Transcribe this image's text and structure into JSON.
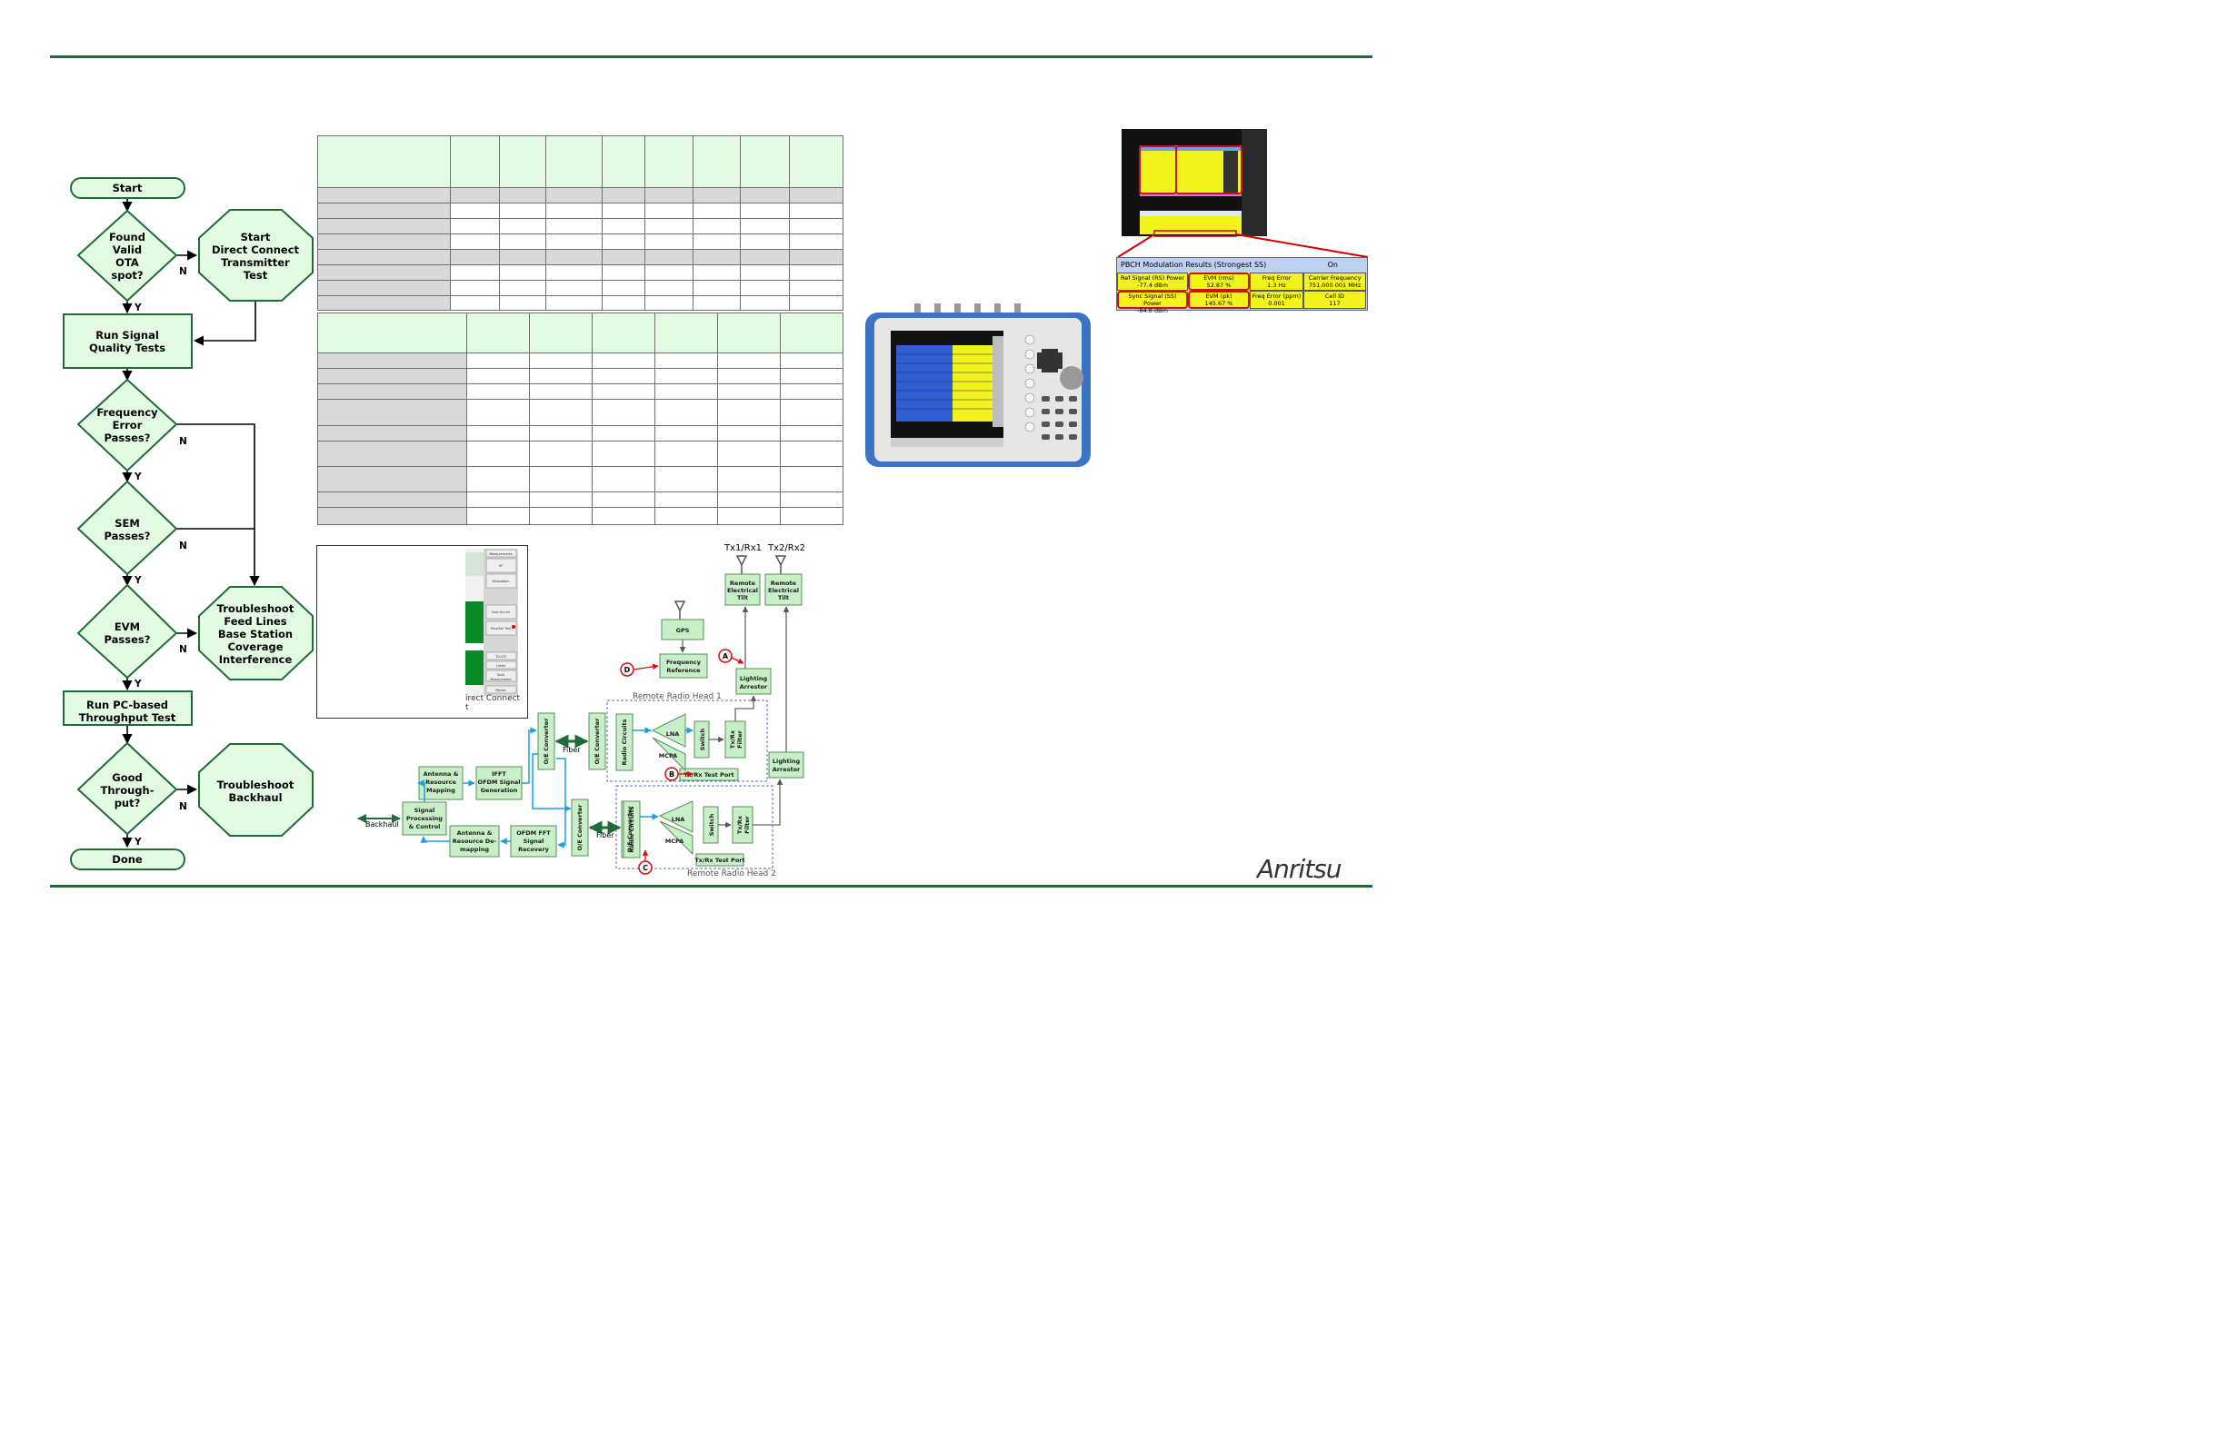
{
  "flowchart": {
    "start": "Start",
    "q_ota": [
      "Found",
      "Valid",
      "OTA",
      "spot?"
    ],
    "direct_connect": [
      "Start",
      "Direct Connect",
      "Transmitter",
      "Test"
    ],
    "run_signal": [
      "Run Signal",
      "Quality Tests"
    ],
    "q_freq": [
      "Frequency",
      "Error",
      "Passes?"
    ],
    "q_sem": [
      "SEM",
      "Passes?"
    ],
    "q_evm": [
      "EVM",
      "Passes?"
    ],
    "troubleshoot_rf": [
      "Troubleshoot",
      "Feed Lines",
      "Base Station",
      "Coverage",
      "Interference"
    ],
    "run_pc": [
      "Run PC-based",
      "Throughput Test"
    ],
    "q_through": [
      "Good",
      "Through-",
      "put?"
    ],
    "troubleshoot_bh": [
      "Troubleshoot",
      "Backhaul"
    ],
    "done": "Done",
    "yes": "Y",
    "no": "N"
  },
  "inset": {
    "caption": "irect Connect",
    "caption2": "t",
    "softkeys": [
      "Measurements",
      "RF",
      "Modulation",
      "Over the Air",
      "Pass/Fail Test",
      "TD-LTE",
      "Limits",
      "Save",
      "Measurement",
      "Marker"
    ]
  },
  "pbch": {
    "title": "PBCH Modulation Results (Strongest SS)",
    "status": "On",
    "row1": [
      {
        "label": "Ref Signal (RS) Power",
        "value": "-77.4  dBm"
      },
      {
        "label": "EVM (rms)",
        "value": "52.87 %"
      },
      {
        "label": "Freq Error",
        "value": "1.3 Hz"
      },
      {
        "label": "Carrier Frequency",
        "value": "751.000 001 MHz"
      }
    ],
    "row2": [
      {
        "label": "Sync Signal (SS) Power",
        "value": "-84.8  dBm"
      },
      {
        "label": "EVM (pk)",
        "value": "145.67 %"
      },
      {
        "label": "Freq Error (ppm)",
        "value": "0.001"
      },
      {
        "label": "Cell ID",
        "value": "117"
      }
    ]
  },
  "block_diagram": {
    "antennas": [
      "Tx1/Rx1",
      "Tx2/Rx2"
    ],
    "ret": [
      "Remote",
      "Electrical",
      "Tilt"
    ],
    "gps": "GPS",
    "freq_ref": [
      "Frequency",
      "Reference"
    ],
    "arrestor": [
      "Lighting",
      "Arrestor"
    ],
    "rrh1": "Remote Radio Head 1",
    "rrh2": "Remote Radio Head 2",
    "oe": "O/E Converter",
    "fiber": "Fiber",
    "radio": "Radio Circuits",
    "lna": "LNA",
    "mcpa": "MCPA",
    "switch": "Switch",
    "filter": [
      "Tx/Rx",
      "Filter"
    ],
    "test_port": "Tx/Rx Test Port",
    "antenna_map": [
      "Antenna &",
      "Resource",
      "Mapping"
    ],
    "ifft": [
      "IFFT",
      "OFDM Signal",
      "Generation"
    ],
    "signal_proc": [
      "Signal",
      "Processing",
      "& Control"
    ],
    "demap": [
      "Antenna &",
      "Resource De-",
      "mapping"
    ],
    "fft": [
      "OFDM FFT",
      "Signal",
      "Recovery"
    ],
    "backhaul": "Backhaul",
    "markers": [
      "A",
      "B",
      "C",
      "D"
    ]
  },
  "logo": "Anritsu"
}
